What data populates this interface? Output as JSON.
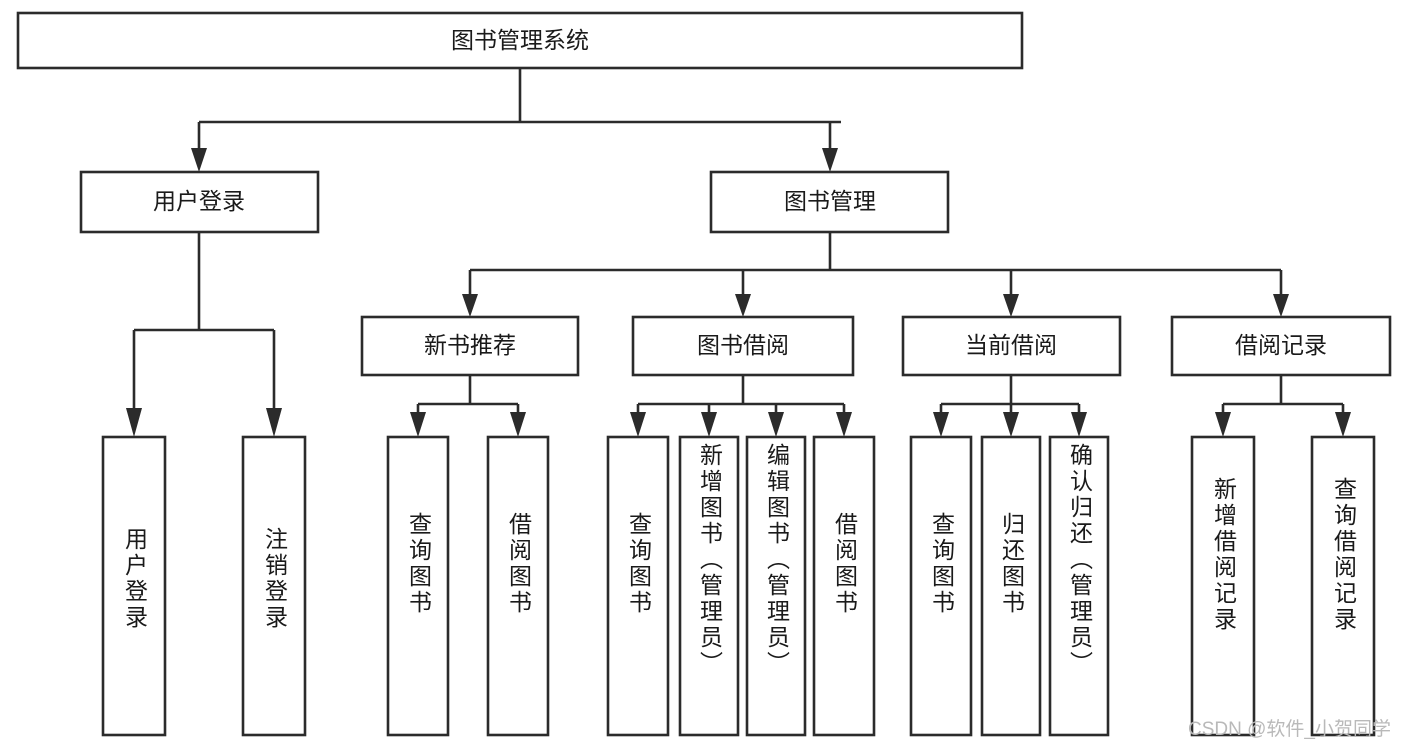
{
  "diagram": {
    "title": "图书管理系统",
    "type": "tree-hierarchy",
    "watermark": "CSDN @软件_小贺同学",
    "colors": {
      "stroke": "#2b2b2b",
      "box_fill": "#ffffff",
      "text": "#1a1a1a",
      "background": "#ffffff",
      "watermark": "#b9b9b9"
    },
    "levels": [
      {
        "level": 1,
        "nodes": [
          {
            "id": "root",
            "label": "图书管理系统",
            "orientation": "horizontal"
          }
        ]
      },
      {
        "level": 2,
        "nodes": [
          {
            "id": "user-login",
            "label": "用户登录",
            "orientation": "horizontal",
            "parent": "root"
          },
          {
            "id": "book-admin",
            "label": "图书管理",
            "orientation": "horizontal",
            "parent": "root"
          }
        ]
      },
      {
        "level": 3,
        "nodes": [
          {
            "id": "new-book-rec",
            "label": "新书推荐",
            "orientation": "horizontal",
            "parent": "book-admin"
          },
          {
            "id": "book-borrow",
            "label": "图书借阅",
            "orientation": "horizontal",
            "parent": "book-admin"
          },
          {
            "id": "current-borrow",
            "label": "当前借阅",
            "orientation": "horizontal",
            "parent": "book-admin"
          },
          {
            "id": "borrow-record",
            "label": "借阅记录",
            "orientation": "horizontal",
            "parent": "book-admin"
          }
        ]
      },
      {
        "level": 4,
        "nodes": [
          {
            "id": "leaf-user-login",
            "label": "用户登录",
            "orientation": "vertical",
            "parent": "user-login"
          },
          {
            "id": "leaf-user-logout",
            "label": "注销登录",
            "orientation": "vertical",
            "parent": "user-login"
          },
          {
            "id": "leaf-rec-query",
            "label": "查询图书",
            "orientation": "vertical",
            "parent": "new-book-rec"
          },
          {
            "id": "leaf-rec-borrow",
            "label": "借阅图书",
            "orientation": "vertical",
            "parent": "new-book-rec"
          },
          {
            "id": "leaf-borrow-query",
            "label": "查询图书",
            "orientation": "vertical",
            "parent": "book-borrow"
          },
          {
            "id": "leaf-borrow-add",
            "label": "新增图书（管理员）",
            "orientation": "vertical",
            "parent": "book-borrow"
          },
          {
            "id": "leaf-borrow-edit",
            "label": "编辑图书（管理员）",
            "orientation": "vertical",
            "parent": "book-borrow"
          },
          {
            "id": "leaf-borrow-lend",
            "label": "借阅图书",
            "orientation": "vertical",
            "parent": "book-borrow"
          },
          {
            "id": "leaf-cur-query",
            "label": "查询图书",
            "orientation": "vertical",
            "parent": "current-borrow"
          },
          {
            "id": "leaf-cur-return",
            "label": "归还图书",
            "orientation": "vertical",
            "parent": "current-borrow"
          },
          {
            "id": "leaf-cur-confirm",
            "label": "确认归还（管理员）",
            "orientation": "vertical",
            "parent": "current-borrow"
          },
          {
            "id": "leaf-rec-add",
            "label": "新增借阅记录",
            "orientation": "vertical",
            "parent": "borrow-record"
          },
          {
            "id": "leaf-rec-search",
            "label": "查询借阅记录",
            "orientation": "vertical",
            "parent": "borrow-record"
          }
        ]
      }
    ]
  }
}
